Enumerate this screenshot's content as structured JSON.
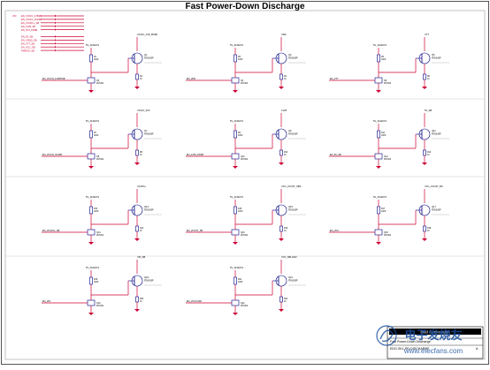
{
  "title": "Fast Power-Down Discharge",
  "legend": {
    "rows": [
      {
        "tag": "VIN",
        "signal": "EN_VCCIO_1V8SB"
      },
      {
        "tag": "",
        "signal": "EN_VCCIO_3V3SB"
      },
      {
        "tag": "",
        "signal": "EN_VCCPLL_SB"
      },
      {
        "tag": "",
        "signal": "EN_1V05_SB"
      },
      {
        "tag": "",
        "signal": "EN_3V3_PDSB"
      },
      {
        "tag": "",
        "signal": "EN_5V_SB"
      },
      {
        "tag": "",
        "signal": "EN_VDDQ_SB"
      },
      {
        "tag": "",
        "signal": "EN_VTT_SB"
      },
      {
        "tag": "",
        "signal": "EN_VCC_SB"
      },
      {
        "tag": "",
        "signal": "PWROK_SB"
      }
    ]
  },
  "cells": [
    {
      "rail": "VCCIO_1V8_PDSB",
      "ctrl": "5V_ALWAYS",
      "q_top": "Q1",
      "q_top_part": "FDN338P",
      "q_bot": "Q2",
      "q_bot_part": "2N7002",
      "res": "R1",
      "res_val": "100K",
      "res2": "R2",
      "res2_val": "10",
      "net": "EN_VCCIO_1V8PDSB"
    },
    {
      "rail": "VDD",
      "ctrl": "5V_ALWAYS",
      "q_top": "Q3",
      "q_top_part": "FDN338P",
      "q_bot": "Q4",
      "q_bot_part": "2N7002",
      "res": "R3",
      "res_val": "100K",
      "res2": "R4",
      "res2_val": "10",
      "net": "EN_VDD"
    },
    {
      "rail": "VTT",
      "ctrl": "5V_ALWAYS",
      "q_top": "Q5",
      "q_top_part": "FDN338P",
      "q_bot": "Q6",
      "q_bot_part": "2N7002",
      "res": "R5",
      "res_val": "100K",
      "res2": "R6",
      "res2_val": "10",
      "net": "EN_VTT"
    },
    {
      "rail": "VCCIO_3V3",
      "ctrl": "5V_ALWAYS",
      "q_top": "Q7",
      "q_top_part": "FDN338P",
      "q_bot": "Q8",
      "q_bot_part": "2N7002",
      "res": "R7",
      "res_val": "100K",
      "res2": "R8",
      "res2_val": "10",
      "net": "EN_VCCIO_3V3SB"
    },
    {
      "rail": "1V05",
      "ctrl": "5V_ALWAYS",
      "q_top": "Q9",
      "q_top_part": "FDN338P",
      "q_bot": "Q10",
      "q_bot_part": "2N7002",
      "res": "R9",
      "res_val": "100K",
      "res2": "R10",
      "res2_val": "10",
      "net": "EN_1V05_PDSB"
    },
    {
      "rail": "5V_SB",
      "ctrl": "5V_ALWAYS",
      "q_top": "Q11",
      "q_top_part": "FDN338P",
      "q_bot": "Q12",
      "q_bot_part": "2N7002",
      "res": "R11",
      "res_val": "100K",
      "res2": "R12",
      "res2_val": "10",
      "net": "EN_5V_SB"
    },
    {
      "rail": "VCCPLL",
      "ctrl": "5V_ALWAYS",
      "q_top": "Q13",
      "q_top_part": "FDN338P",
      "q_bot": "Q14",
      "q_bot_part": "2N7002",
      "res": "R13",
      "res_val": "100K",
      "res2": "R14",
      "res2_val": "10",
      "net": "EN_VCCPLL_SB"
    },
    {
      "rail": "VCC_VCCST_SBS",
      "ctrl": "5V_ALWAYS",
      "q_top": "Q15",
      "q_top_part": "FDN338P",
      "q_bot": "Q16",
      "q_bot_part": "2N7002",
      "res": "R15",
      "res_val": "100K",
      "res2": "R16",
      "res2_val": "10",
      "net": "EN_VCCST_SB"
    },
    {
      "rail": "VCC_VCCST_BS",
      "ctrl": "5V_ALWAYS",
      "q_top": "Q17",
      "q_top_part": "FDN338P",
      "q_bot": "Q18",
      "q_bot_part": "2N7002",
      "res": "R17",
      "res_val": "100K",
      "res2": "R18",
      "res2_val": "10",
      "net": "EN_VCC"
    },
    {
      "rail": "VIN_SB",
      "ctrl": "5V_ALWAYS",
      "q_top": "Q19",
      "q_top_part": "FDN338P",
      "q_bot": "Q20",
      "q_bot_part": "2N7002",
      "res": "R19",
      "res_val": "100K",
      "res2": "R20",
      "res2_val": "10",
      "net": "EN_VIN"
    },
    {
      "rail": "VCC_SBLOAD",
      "ctrl": "5V_ALWAYS",
      "q_top": "Q21",
      "q_top_part": "FDN338P",
      "q_bot": "Q22",
      "q_bot_part": "2N7002",
      "res": "R21",
      "res_val": "100K",
      "res2": "R22",
      "res2_val": "10",
      "net": "EN_VCCLOAD"
    }
  ],
  "titleblock": {
    "company": "Intel Corporation",
    "sheet_title": "Fast Power-Down Discharge",
    "doc_no": "EDG-SKL-PD-DISCHARGE",
    "rev": "A"
  },
  "watermark": "电子发烧友",
  "watermark_url": "www.elecfans.com",
  "colors": {
    "wire": "#cc0033",
    "part": "#000080",
    "text": "#000000",
    "border": "#555555"
  }
}
